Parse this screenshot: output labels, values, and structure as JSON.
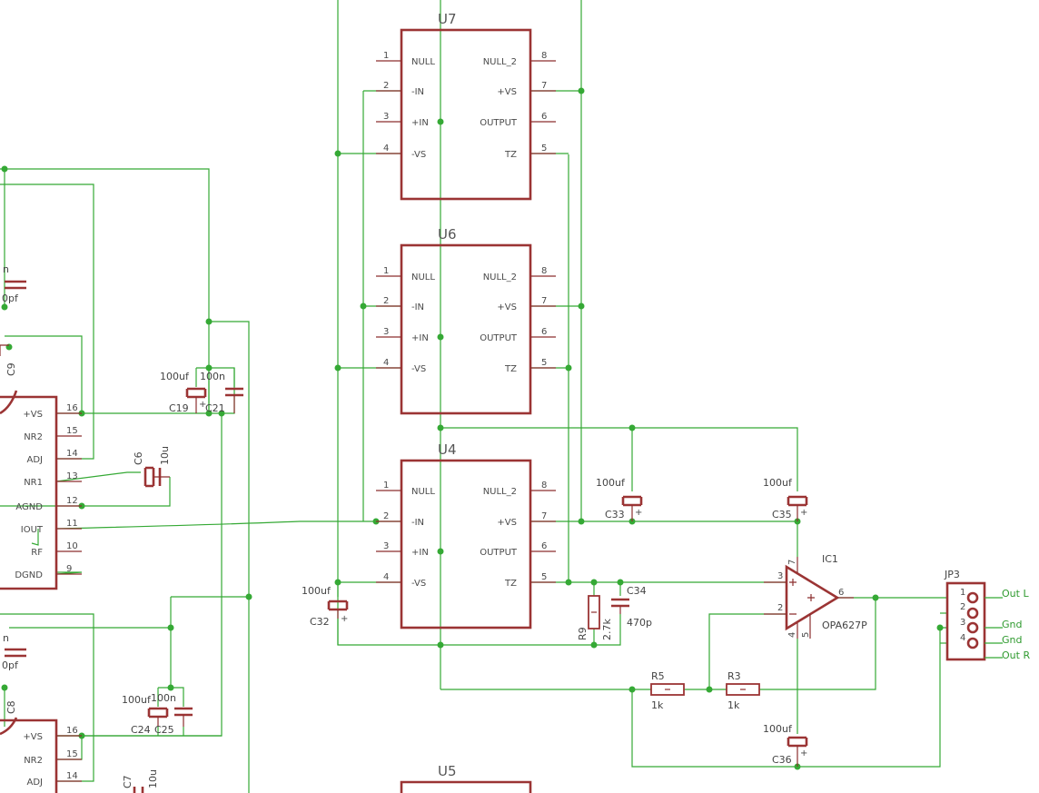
{
  "components": {
    "u7": {
      "ref": "U7",
      "pins": {
        "p1": "1",
        "p2": "2",
        "p3": "3",
        "p4": "4",
        "p5": "5",
        "p6": "6",
        "p7": "7",
        "p8": "8"
      },
      "names": {
        "null": "NULL",
        "inm": "-IN",
        "inp": "+IN",
        "vsm": "-VS",
        "null2": "NULL_2",
        "vsp": "+VS",
        "out": "OUTPUT",
        "tz": "TZ"
      }
    },
    "u6": {
      "ref": "U6",
      "pins": {
        "p1": "1",
        "p2": "2",
        "p3": "3",
        "p4": "4",
        "p5": "5",
        "p6": "6",
        "p7": "7",
        "p8": "8"
      },
      "names": {
        "null": "NULL",
        "inm": "-IN",
        "inp": "+IN",
        "vsm": "-VS",
        "null2": "NULL_2",
        "vsp": "+VS",
        "out": "OUTPUT",
        "tz": "TZ"
      }
    },
    "u4": {
      "ref": "U4",
      "pins": {
        "p1": "1",
        "p2": "2",
        "p3": "3",
        "p4": "4",
        "p5": "5",
        "p6": "6",
        "p7": "7",
        "p8": "8"
      },
      "names": {
        "null": "NULL",
        "inm": "-IN",
        "inp": "+IN",
        "vsm": "-VS",
        "null2": "NULL_2",
        "vsp": "+VS",
        "out": "OUTPUT",
        "tz": "TZ"
      }
    },
    "u5": {
      "ref": "U5"
    },
    "dac_top": {
      "names": {
        "vsp": "+VS",
        "nr2": "NR2",
        "adj": "ADJ",
        "nr1": "NR1",
        "agnd": "AGND",
        "iout": "IOUT",
        "rf": "RF",
        "dgnd": "DGND"
      },
      "pins": {
        "p16": "16",
        "p15": "15",
        "p14": "14",
        "p13": "13",
        "p12": "12",
        "p11": "11",
        "p10": "10",
        "p9": "9"
      }
    },
    "dac_bottom": {
      "names": {
        "vsp": "+VS",
        "nr2": "NR2",
        "adj": "ADJ"
      },
      "pins": {
        "p16": "16",
        "p15": "15",
        "p14": "14"
      }
    },
    "ic1": {
      "ref": "IC1",
      "value": "OPA627P",
      "pins": {
        "p3": "3",
        "p2": "2",
        "p6": "6",
        "p7": "7",
        "p4": "4",
        "p5": "5"
      }
    },
    "jp3": {
      "ref": "JP3",
      "pins": [
        "1",
        "2",
        "3",
        "4"
      ]
    },
    "c19": {
      "ref": "C19",
      "value": "100uf"
    },
    "c21": {
      "ref": "C21",
      "value": "100n"
    },
    "c6": {
      "ref": "C6",
      "value": "10u"
    },
    "c33": {
      "ref": "C33",
      "value": "100uf"
    },
    "c35": {
      "ref": "C35",
      "value": "100uf"
    },
    "c32": {
      "ref": "C32",
      "value": "100uf"
    },
    "c34": {
      "ref": "C34",
      "value": "470p"
    },
    "r9": {
      "ref": "R9",
      "value": "2.7k"
    },
    "r5": {
      "ref": "R5",
      "value": "1k"
    },
    "r3": {
      "ref": "R3",
      "value": "1k"
    },
    "c36": {
      "ref": "C36",
      "value": "100uf"
    },
    "c24": {
      "ref": "C24",
      "value": "100uf"
    },
    "c25": {
      "ref": "C25",
      "value": "100n"
    },
    "c7": {
      "ref": "C7",
      "value": "10u"
    },
    "c9": {
      "ref": "C9"
    },
    "c8": {
      "ref": "C8"
    },
    "partial": {
      "top_cap_ref": "n",
      "top_cap_value": "0pf",
      "bot_cap_ref": "n",
      "bot_cap_value": "0pf"
    }
  },
  "nets": {
    "out_l": "Out L",
    "gnd1": "Gnd",
    "gnd2": "Gnd",
    "out_r": "Out R"
  }
}
